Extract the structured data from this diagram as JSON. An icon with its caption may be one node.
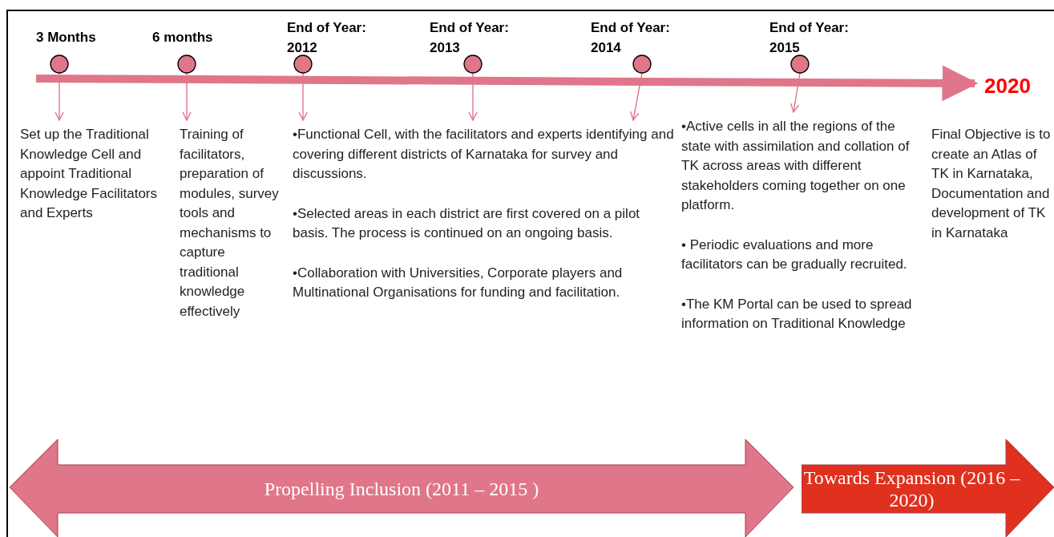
{
  "diagram": {
    "nodes": [
      {
        "text": [
          "3 Months"
        ]
      },
      {
        "text": [
          "6 months"
        ]
      },
      {
        "text": [
          "End of Year: 2012"
        ]
      },
      {
        "text": [
          "End of Year: 2013"
        ]
      },
      {
        "text": [
          "End of Year: 2014"
        ]
      },
      {
        "text": [
          "End of Year: 2015"
        ]
      },
      {
        "text": [
          "Set up the Traditional Knowledge Cell and appoint Traditional Knowledge Facilitators and Experts"
        ]
      },
      {
        "text": [
          "Training of facilitators, preparation of modules, survey tools and mechanisms to capture traditional knowledge effectively"
        ]
      },
      {
        "text": [
          "•Functional Cell, with the facilitators and experts identifying and covering different districts of Karnataka for survey and discussions.",
          "•Selected areas in each district are first covered on a pilot basis. The process is continued on an ongoing basis.",
          "•Collaboration with Universities, Corporate players and Multinational Organisations for funding and facilitation."
        ]
      },
      {
        "text": [
          "•Active cells in all the regions of the state with assimilation and collation of TK across areas with different stakeholders coming together on one platform.",
          "• Periodic evaluations and more facilitators can be gradually recruited.",
          "•The KM Portal can be used to spread information on Traditional Knowledge"
        ]
      },
      {
        "text": [
          "2020"
        ]
      },
      {
        "text": [
          "Propelling Inclusion (2011 – 2015 )"
        ]
      },
      {
        "text": [
          "Towards Expansion (2016 – 2020)"
        ]
      }
    ],
    "edges": [
      {
        "from": 0,
        "to": 6,
        "arrow": "to"
      },
      {
        "from": 1,
        "to": 7,
        "arrow": "to"
      },
      {
        "from": 2,
        "to": 8,
        "arrow": "to"
      },
      {
        "from": 3,
        "to": 8,
        "arrow": "to"
      },
      {
        "from": 4,
        "to": 8,
        "arrow": "to"
      },
      {
        "from": 5,
        "to": 9,
        "arrow": "to"
      },
      {
        "from": null,
        "to": 10,
        "arrow": "to",
        "style": "thick"
      }
    ],
    "labels": [
      "Final Objective is to create an Atlas of TK in Karnataka, Documentation and development of TK in Karnataka"
    ]
  }
}
